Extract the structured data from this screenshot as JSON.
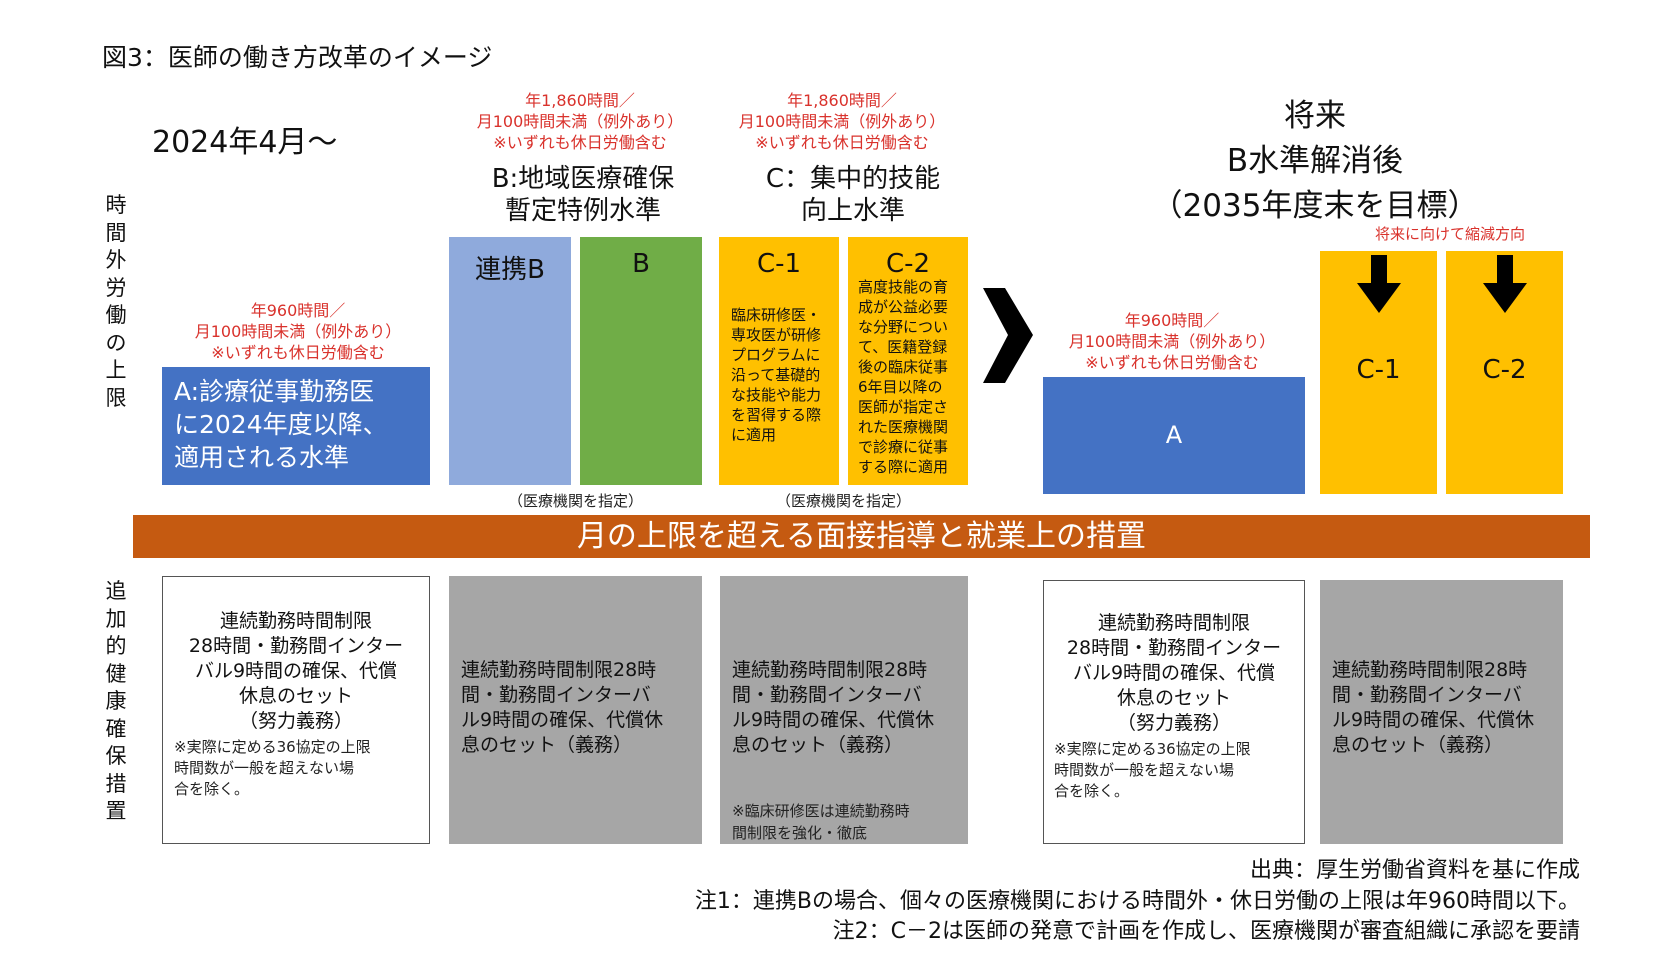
{
  "title": "図3：医師の働き方改革のイメージ",
  "period_label": "2024年4月～",
  "future_header": {
    "line1": "将来",
    "line2": "B水準解消後",
    "line3": "（2035年度末を目標）"
  },
  "future_reduction_note": "将来に向けて縮減方向",
  "vertical_labels": {
    "overtime_limit": "時間外労働の上限",
    "health_measures": "追加的健康確保措置"
  },
  "limits": {
    "a_current": [
      "年960時間／",
      "月100時間未満（例外あり）",
      "※いずれも休日労働含む"
    ],
    "b": [
      "年1,860時間／",
      "月100時間未満（例外あり）",
      "※いずれも休日労働含む"
    ],
    "c": [
      "年1,860時間／",
      "月100時間未満（例外あり）",
      "※いずれも休日労働含む"
    ],
    "a_future": [
      "年960時間／",
      "月100時間未満（例外あり）",
      "※いずれも休日労働含む"
    ]
  },
  "headers": {
    "b": [
      "B:地域医療確保",
      "暫定特例水準"
    ],
    "c": [
      "C：集中的技能",
      "向上水準"
    ]
  },
  "boxes": {
    "a": [
      "A:診療従事勤務医",
      "に2024年度以降、",
      "適用される水準"
    ],
    "renkei_b": "連携B",
    "b": "B",
    "c1": "C-1",
    "c1_desc": [
      "臨床研修医・",
      "専攻医が研修",
      "プログラムに",
      "沿って基礎的",
      "な技能や能力",
      "を習得する際",
      "に適用"
    ],
    "c2": "C-2",
    "c2_desc": [
      "高度技能の育",
      "成が公益必要",
      "な分野につい",
      "て、医籍登録",
      "後の臨床従事",
      "6年目以降の",
      "医師が指定さ",
      "れた医療機関",
      "で診療に従事",
      "する際に適用"
    ],
    "a_future": "A",
    "c1_future": "C-1",
    "c2_future": "C-2"
  },
  "designation_notes": {
    "b": "（医療機関を指定）",
    "c": "（医療機関を指定）"
  },
  "band": "月の上限を超える面接指導と就業上の措置",
  "health": {
    "a": {
      "main": [
        "連続勤務時間制限",
        "28時間・勤務間インター",
        "バル9時間の確保、代償",
        "休息のセット",
        "（努力義務）"
      ],
      "note": [
        "※実際に定める36協定の上限",
        "時間数が一般を超えない場",
        "合を除く。"
      ]
    },
    "b": [
      "連続勤務時間制限28時",
      "間・勤務間インターバ",
      "ル9時間の確保、代償休",
      "息のセット（義務）"
    ],
    "c": {
      "main": [
        "連続勤務時間制限28時",
        "間・勤務間インターバ",
        "ル9時間の確保、代償休",
        "息のセット（義務）"
      ],
      "note": [
        "※臨床研修医は連続勤務時",
        "間制限を強化・徹底"
      ]
    },
    "a_future": {
      "main": [
        "連続勤務時間制限",
        "28時間・勤務間インター",
        "バル9時間の確保、代償",
        "休息のセット",
        "（努力義務）"
      ],
      "note": [
        "※実際に定める36協定の上限",
        "時間数が一般を超えない場",
        "合を除く。"
      ]
    },
    "c_future": [
      "連続勤務時間制限28時",
      "間・勤務間インターバ",
      "ル9時間の確保、代償休",
      "息のセット（義務）"
    ]
  },
  "footer": {
    "source": "出典：厚生労働省資料を基に作成",
    "note1": "注1：連携Bの場合、個々の医療機関における時間外・休日労働の上限は年960時間以下。",
    "note2": "注2：C－2は医師の発意で計画を作成し、医療機関が審査組織に承認を要請"
  },
  "colors": {
    "blue": "#4472c4",
    "light_blue": "#8faadc",
    "green": "#70ad47",
    "yellow": "#ffc000",
    "gray": "#a6a6a6",
    "orange_band": "#c55a11",
    "red_text": "#d9322c"
  }
}
